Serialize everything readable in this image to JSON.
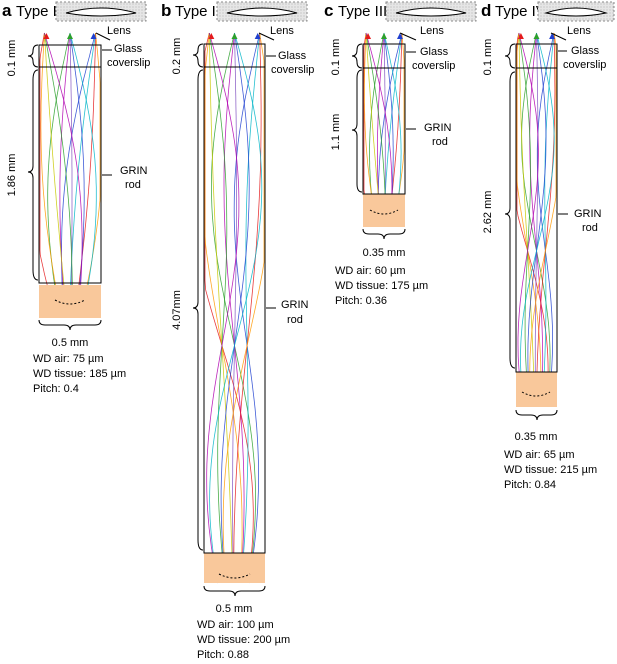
{
  "panels": [
    {
      "letter": "a",
      "title": "Type I",
      "lens_label": "Lens",
      "coverslip_label": [
        "Glass",
        "coverslip"
      ],
      "coverslip_dim": "0.1 mm",
      "rod_dim": "1.86 mm",
      "rod_label": [
        "GRIN",
        "rod"
      ],
      "width_dim": "0.5 mm",
      "specs": [
        "WD air: 75 µm",
        "WD tissue: 185 µm",
        "Pitch: 0.4"
      ],
      "pitch": 0.4
    },
    {
      "letter": "b",
      "title": "Type II",
      "lens_label": "Lens",
      "coverslip_label": [
        "Glass",
        "coverslip"
      ],
      "coverslip_dim": "0.2 mm",
      "rod_dim": "4.07mm",
      "rod_label": [
        "GRIN",
        "rod"
      ],
      "width_dim": "0.5 mm",
      "specs": [
        "WD air: 100 µm",
        "WD tissue: 200 µm",
        "Pitch: 0.88"
      ],
      "pitch": 0.88
    },
    {
      "letter": "c",
      "title": "Type III",
      "lens_label": "Lens",
      "coverslip_label": [
        "Glass",
        "coverslip"
      ],
      "coverslip_dim": "0.1 mm",
      "rod_dim": "1.1 mm",
      "rod_label": [
        "GRIN",
        "rod"
      ],
      "width_dim": "0.35 mm",
      "specs": [
        "WD air: 60 µm",
        "WD tissue: 175 µm",
        "Pitch: 0.36"
      ],
      "pitch": 0.36
    },
    {
      "letter": "d",
      "title": "Type IV",
      "lens_label": "Lens",
      "coverslip_label": [
        "Glass",
        "coverslip"
      ],
      "coverslip_dim": "0.1 mm",
      "rod_dim": "2.62 mm",
      "rod_label": [
        "GRIN",
        "rod"
      ],
      "width_dim": "0.35 mm",
      "specs": [
        "WD air: 65 µm",
        "WD tissue: 215 µm",
        "Pitch: 0.84"
      ],
      "pitch": 0.84
    }
  ],
  "colors": {
    "rays": [
      "#e41a1c",
      "#2ca02c",
      "#1f3fd0",
      "#ff9900",
      "#b000b0",
      "#00b5c8",
      "#c8c800",
      "#7f4fbf"
    ],
    "tissue": "#f9c89b",
    "thumbnail_bg": "#e6e6e6"
  }
}
